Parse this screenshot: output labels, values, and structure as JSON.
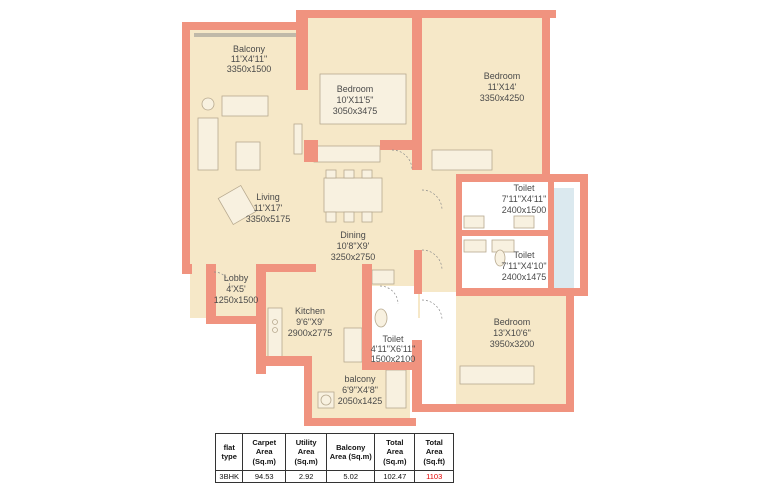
{
  "rooms": {
    "balcony_top": {
      "name": "Balcony",
      "dims": "11'X4'11\"",
      "mm": "3350x1500"
    },
    "bedroom_1": {
      "name": "Bedroom",
      "dims": "10'X11'5\"",
      "mm": "3050x3475"
    },
    "bedroom_2": {
      "name": "Bedroom",
      "dims": "11'X14'",
      "mm": "3350x4250"
    },
    "living": {
      "name": "Living",
      "dims": "11'X17'",
      "mm": "3350x5175"
    },
    "dining": {
      "name": "Dining",
      "dims": "10'8\"X9'",
      "mm": "3250x2750"
    },
    "toilet_1": {
      "name": "Toilet",
      "dims": "7'11\"X4'11\"",
      "mm": "2400x1500"
    },
    "toilet_2": {
      "name": "Toilet",
      "dims": "7'11\"X4'10\"",
      "mm": "2400x1475"
    },
    "lobby": {
      "name": "Lobby",
      "dims": "4'X5'",
      "mm": "1250x1500"
    },
    "kitchen": {
      "name": "Kitchen",
      "dims": "9'6\"X9'",
      "mm": "2900x2775"
    },
    "toilet_3": {
      "name": "Toilet",
      "dims": "4'11\"X6'11\"",
      "mm": "1500x2100"
    },
    "bedroom_3": {
      "name": "Bedroom",
      "dims": "13'X10'6\"",
      "mm": "3950x3200"
    },
    "balcony_bottom": {
      "name": "balcony",
      "dims": "6'9\"X4'8\"",
      "mm": "2050x1425"
    }
  },
  "area_table": {
    "headers": [
      "flat type",
      "Carpet Area (Sq.m)",
      "Utility Area (Sq.m)",
      "Balcony Area (Sq.m)",
      "Total Area (Sq.m)",
      "Total Area (Sq.ft)"
    ],
    "row": [
      "3BHK",
      "94.53",
      "2.92",
      "5.02",
      "102.47",
      "1103"
    ],
    "highlight_color": "#e00000"
  },
  "colors": {
    "wall": "#f0937f",
    "floor": "#f6e8c8",
    "wet_area": "#ffffff"
  }
}
